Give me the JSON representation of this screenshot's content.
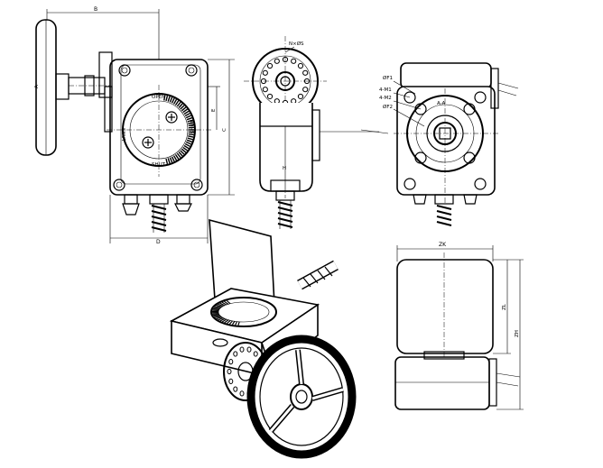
{
  "labels": {
    "dim_b": "B",
    "dim_a": "A",
    "dim_e": "E",
    "dim_c": "C",
    "dim_d": "D",
    "dim_h": "H",
    "dim_zk": "ZK",
    "dim_zl": "ZL",
    "dim_zh": "ZH",
    "holes": "N×ØS",
    "open": "OPEN",
    "shut": "SHUT",
    "phi_f1": "ØF1",
    "m1": "4-M1",
    "m2": "4-M2",
    "phi_f2": "ØF2",
    "section": "A-A"
  }
}
